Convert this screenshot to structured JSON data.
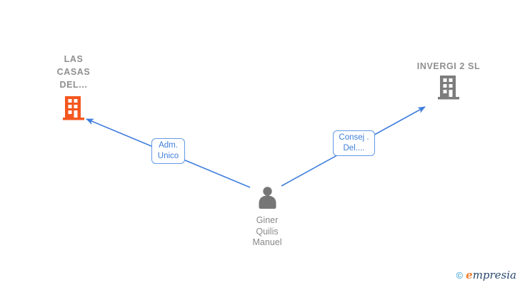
{
  "diagram_type": "corporate-relationship-graph",
  "nodes": {
    "company_left": {
      "label": "LAS\nCASAS\nDEL...",
      "icon": "building-icon",
      "icon_color": "#f4571f"
    },
    "company_right": {
      "label": "INVERGI 2 SL",
      "icon": "building-icon",
      "icon_color": "#7d7d7d"
    },
    "person": {
      "label": "Giner\nQuilis\nManuel",
      "icon": "person-icon",
      "icon_color": "#767676"
    }
  },
  "edges": {
    "left": {
      "label": "Adm.\nUnico",
      "from": "person",
      "to": "company_left",
      "arrow": "at-company"
    },
    "right": {
      "label": "Consej .\nDel....",
      "from": "person",
      "to": "company_right",
      "arrow": "at-company"
    }
  },
  "colors": {
    "edge_blue": "#3f7ede",
    "edge_label_border": "#639ae6",
    "edge_label_text": "#3f7edd",
    "company_label_gray": "#8f8f8f",
    "person_label_gray": "#8a8a8a",
    "building_orange": "#f4571f",
    "node_gray": "#7d7d7d",
    "background": "#ffffff"
  },
  "footer": {
    "copyright_symbol": "©",
    "brand_first_letter": "e",
    "brand_rest": "mpresia"
  }
}
